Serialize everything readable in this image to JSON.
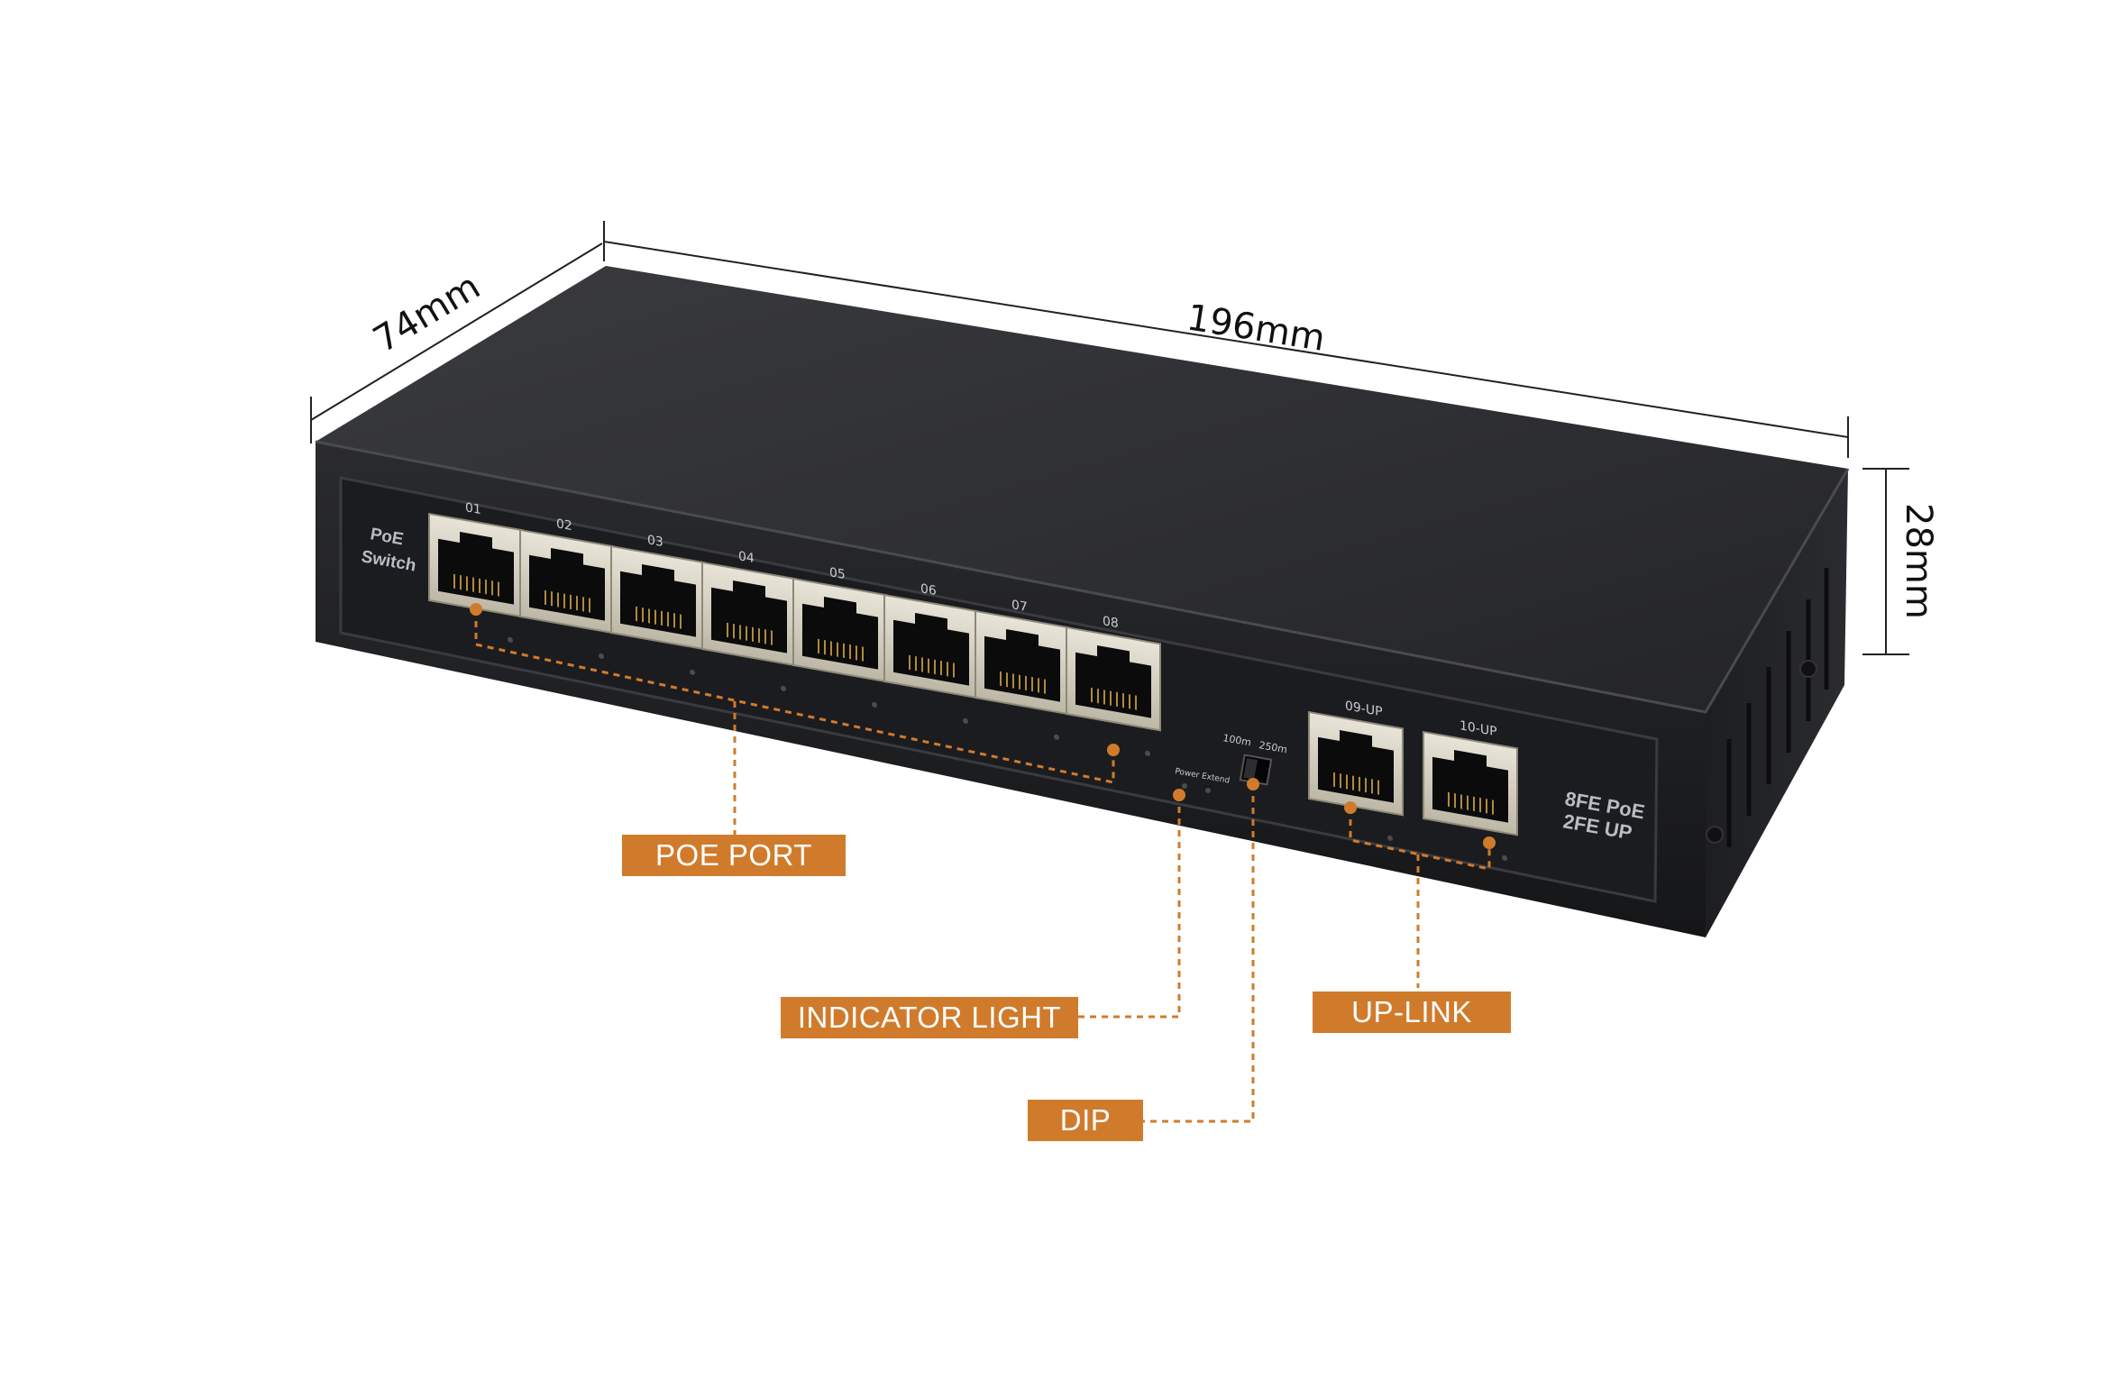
{
  "dimensions": {
    "width": "196mm",
    "depth": "74mm",
    "height": "28mm"
  },
  "device": {
    "brand_line1": "PoE",
    "brand_line2": "Switch",
    "model_line1": "8FE PoE",
    "model_line2": "2FE UP",
    "poe_ports": [
      "01",
      "02",
      "03",
      "04",
      "05",
      "06",
      "07",
      "08"
    ],
    "uplink_ports": [
      "09-UP",
      "10-UP"
    ],
    "dip_label_left": "100m",
    "dip_label_right": "250m",
    "power_extend_label": "Power Extend"
  },
  "callouts": {
    "poe_port": "POE PORT",
    "indicator_light": "INDICATOR LIGHT",
    "dip": "DIP",
    "up_link": "UP-LINK"
  },
  "colors": {
    "accent_orange": "#d07b2c",
    "housing_dark": "#2a2b2e",
    "front_panel": "#1e1f22",
    "port_silver": "#d9d4c4"
  }
}
